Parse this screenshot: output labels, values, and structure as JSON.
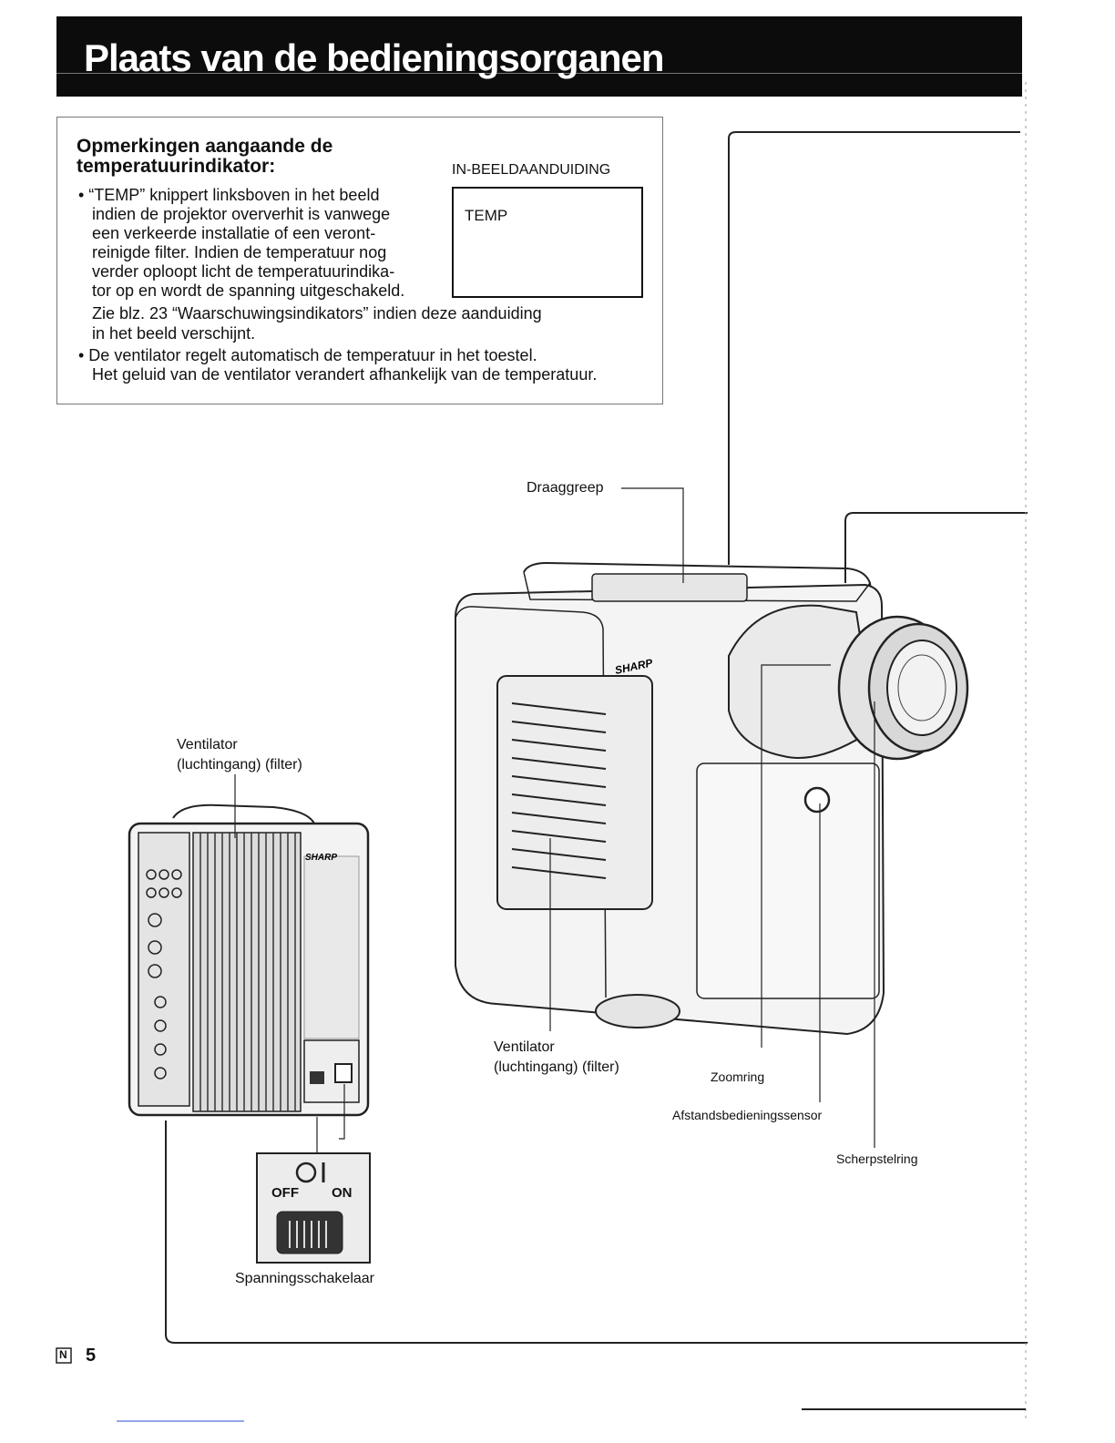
{
  "page": {
    "title": "Plaats van de bedieningsorganen",
    "page_number": "5",
    "language_badge": "N"
  },
  "notes": {
    "heading_line1": "Opmerkingen aangaande de",
    "heading_line2": "temperatuurindikator:",
    "osd_caption": "IN-BEELDAANDUIDING",
    "osd_text": "TEMP",
    "bullet1_lines": [
      "• “TEMP” knippert linksboven in het beeld",
      "indien de projektor oververhit is vanwege",
      "een verkeerde installatie of een veront-",
      "reinigde filter. Indien de temperatuur nog",
      "verder oploopt licht de temperatuurindika-",
      "tor op en wordt de spanning uitgeschakeld.",
      "Zie blz. 23 “Waarschuwingsindikators” indien deze aanduiding",
      "in het beeld verschijnt."
    ],
    "bullet2_lines": [
      "• De ventilator regelt automatisch de temperatuur in het toestel.",
      "Het geluid van de ventilator verandert afhankelijk van de temperatuur."
    ]
  },
  "labels": {
    "draaggreep": "Draaggreep",
    "ventilator_rear_line1": "Ventilator",
    "ventilator_rear_line2": "(luchtingang) (filter)",
    "ventilator_side_line1": "Ventilator",
    "ventilator_side_line2": "(luchtingang) (filter)",
    "zoomring": "Zoomring",
    "afstands": "Afstandsbedieningssensor",
    "scherpstelring": "Scherpstelring",
    "spanning": "Spanningsschakelaar"
  },
  "device": {
    "brand": "SHARP",
    "switch_off": "OFF",
    "switch_on": "ON",
    "switch_symbol": "O I"
  }
}
